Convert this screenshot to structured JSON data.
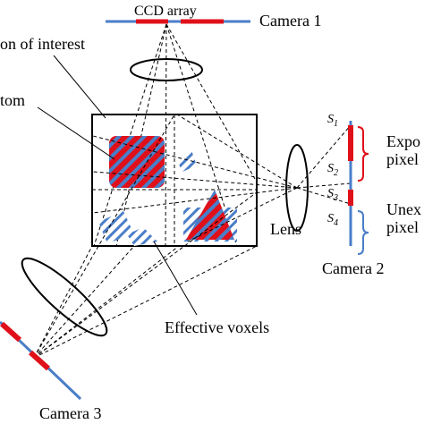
{
  "labels": {
    "ccd_array": "CCD array",
    "camera1": "Camera 1",
    "camera2": "Camera 2",
    "camera3": "Camera 3",
    "region_of_interest": "on of interest",
    "phantom": "tom",
    "lens": "Lens",
    "effective_voxels": "Effective voxels",
    "exposed_pixels_line1": "Expo",
    "exposed_pixels_line2": "pixel",
    "unexposed_pixels_line1": "Unex",
    "unexposed_pixels_line2": "pixel",
    "s1": "S",
    "s1_sub": "1",
    "s2": "S",
    "s2_sub": "2",
    "s3": "S",
    "s3_sub": "3",
    "s4": "S",
    "s4_sub": "4"
  },
  "colors": {
    "sensor_blue": "#4a7ec8",
    "exposed_red": "#e0101a",
    "hatch_blue": "#4a7ec8",
    "line": "#000000"
  }
}
